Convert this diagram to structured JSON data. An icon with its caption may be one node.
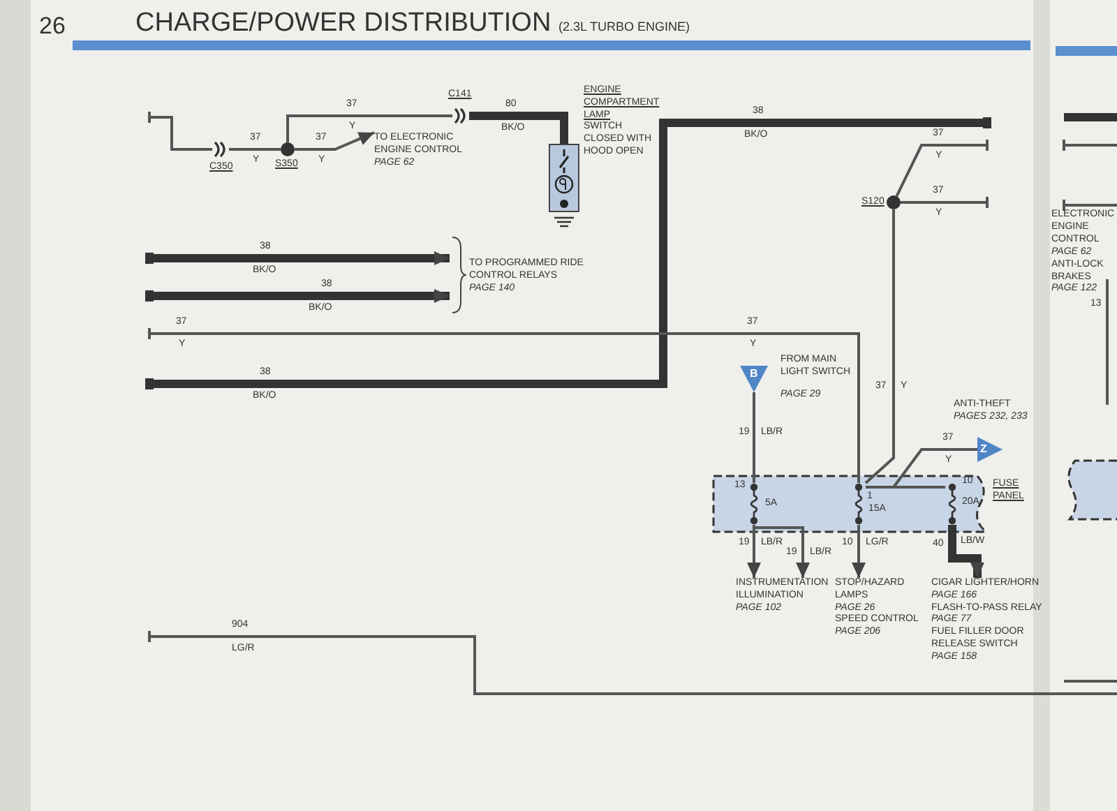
{
  "diagram": {
    "title": "CHARGE/POWER DISTRIBUTION",
    "nodes": [
      {
        "text": [
          "TO ELECTRONIC ENGINE CONTROL",
          "PAGE 62"
        ]
      },
      {
        "text": [],
        "shape": "connector",
        "beside": [
          "C350"
        ]
      },
      {
        "text": [],
        "shape": "circle",
        "beside": [
          "S350"
        ]
      },
      {
        "text": [],
        "shape": "connector",
        "beside": [
          "C141"
        ]
      },
      {
        "text": [],
        "shape": "box",
        "beside": [
          "ENGINE COMPARTMENT LAMP",
          "SWITCH CLOSED WITH HOOD OPEN"
        ]
      },
      {
        "text": [
          "TO PROGRAMMED RIDE CONTROL RELAYS",
          "PAGE 140"
        ]
      },
      {
        "text": [],
        "shape": "circle",
        "beside": [
          "S120"
        ]
      },
      {
        "text": [
          "B"
        ],
        "beside": [
          "FROM MAIN LIGHT SWITCH",
          "PAGE 29"
        ]
      },
      {
        "text": [
          "Z"
        ],
        "beside": [
          "ANTI-THEFT",
          "PAGES 232, 233"
        ]
      },
      {
        "text": [
          "FUSE PANEL"
        ]
      },
      {
        "text": [],
        "shape": "fuse",
        "beside": [
          "5A"
        ],
        "in": 9
      },
      {
        "text": [],
        "shape": "fuse",
        "beside": [
          "15A"
        ],
        "in": 9
      },
      {
        "text": [],
        "shape": "fuse",
        "beside": [
          "20A"
        ],
        "in": 9
      },
      {
        "text": [
          "INSTRUMENTATION ILLUMINATION",
          "PAGE 102"
        ]
      },
      {
        "text": [
          "STOP/HAZARD LAMPS",
          "PAGE 26",
          "SPEED CONTROL",
          "PAGE 206"
        ]
      },
      {
        "text": [
          "CIGAR LIGHTER/HORN",
          "PAGE 166",
          "FLASH-TO-PASS RELAY",
          "PAGE 77",
          "FUEL FILLER DOOR RELEASE SWITCH",
          "PAGE 158"
        ]
      }
    ],
    "edges": [
      {
        "from": null,
        "to": 1,
        "arrow": "none"
      },
      {
        "from": 1,
        "to": 2,
        "arrow": "none"
      },
      {
        "from": 2,
        "to": 0,
        "arrow": "to"
      },
      {
        "from": 2,
        "to": 3,
        "arrow": "none"
      },
      {
        "from": 3,
        "to": 4,
        "arrow": "none",
        "style": "thick"
      },
      {
        "from": null,
        "to": 5,
        "arrow": "to",
        "style": "thick"
      },
      {
        "from": null,
        "to": 5,
        "arrow": "to",
        "style": "thick"
      },
      {
        "from": null,
        "to": 11,
        "arrow": "none"
      },
      {
        "from": 6,
        "to": null,
        "arrow": "none"
      },
      {
        "from": 6,
        "to": null,
        "arrow": "none"
      },
      {
        "from": 6,
        "to": 11,
        "arrow": "none"
      },
      {
        "from": 7,
        "to": 10,
        "arrow": "none"
      },
      {
        "from": 10,
        "to": 13,
        "arrow": "to"
      },
      {
        "from": 10,
        "to": 13,
        "arrow": "to"
      },
      {
        "from": 11,
        "to": 14,
        "arrow": "to"
      },
      {
        "from": 11,
        "to": 8,
        "arrow": "none"
      },
      {
        "from": 11,
        "to": 12,
        "arrow": "none"
      },
      {
        "from": 12,
        "to": 15,
        "arrow": "to",
        "style": "thick"
      }
    ],
    "labels": [
      "26",
      "(2.3L TURBO ENGINE)",
      "37",
      "80",
      "38",
      "Y",
      "BK/O",
      "BK/O",
      "37",
      "37",
      "37",
      "Y",
      "Y",
      "Y",
      "37",
      "Y",
      "ELECTRONIC ENGINE CONTROL",
      "PAGE 62",
      "38",
      "ANTI-LOCK BRAKES",
      "BK/O",
      "38",
      "PAGE 122",
      "13",
      "BK/O",
      "37",
      "37",
      "Y",
      "Y",
      "38",
      "37",
      "Y",
      "BK/O",
      "19",
      "LB/R",
      "37",
      "Y",
      "13",
      "10",
      "1",
      "19",
      "LB/R",
      "10",
      "LG/R",
      "40",
      "LB/W",
      "19",
      "LB/R",
      "904",
      "LG/R"
    ]
  }
}
